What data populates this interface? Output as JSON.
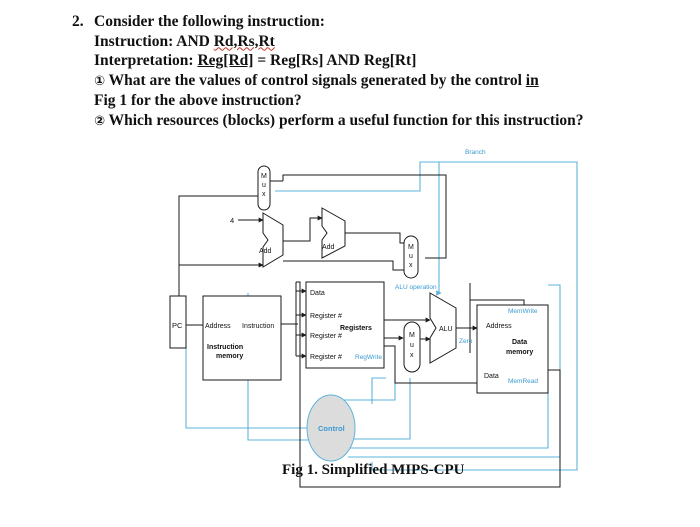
{
  "question": {
    "number": "2.",
    "line1": "Consider the following instruction:",
    "line2_prefix": "Instruction: AND ",
    "line2_operands": "Rd,Rs,Rt",
    "line3_prefix": "Interpretation: ",
    "line3_reg": "Reg[Rd]",
    "line3_rest": " = Reg[Rs] AND Reg[Rt]",
    "q1_marker": "①",
    "q1_text_a": " What are the values of control signals generated by the control ",
    "q1_text_in": "in",
    "q1_line2": "Fig 1 for the above instruction?",
    "q2_marker": "②",
    "q2_text": " Which resources (blocks) perform a useful function for this instruction?"
  },
  "figure": {
    "labels": {
      "branch": "Branch",
      "mux": [
        "M",
        "u",
        "x"
      ],
      "four": "4",
      "add": "Add",
      "alu_operation": "ALU operation",
      "data": "Data",
      "register_num": "Register #",
      "registers": "Registers",
      "pc": "PC",
      "address": "Address",
      "instruction": "Instruction",
      "instruction_memory_1": "Instruction",
      "instruction_memory_2": "memory",
      "regwrite": "RegWrite",
      "alu": "ALU",
      "zero": "Zero",
      "memwrite": "MemWrite",
      "data_memory_1": "Data",
      "data_memory_2": "memory",
      "memread": "MemRead",
      "control": "Control"
    },
    "colors": {
      "wire": "#1a1a1a",
      "control_line": "#5fb3d9",
      "control_text": "#3a9ad0",
      "control_fill": "#dcdcdc"
    }
  },
  "caption": "Fig 1. Simplified MIPS-CPU"
}
